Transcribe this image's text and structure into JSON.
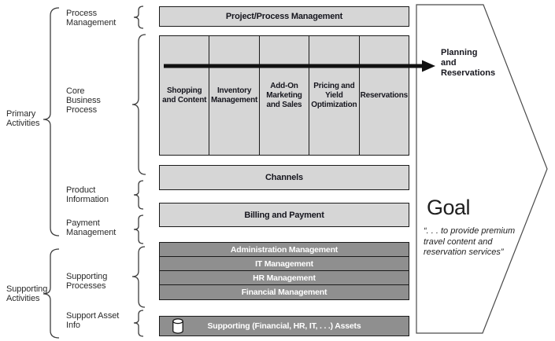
{
  "colors": {
    "light_bar": "#d6d6d6",
    "dark_bar": "#8f8f8f",
    "border": "#1a1a1a",
    "text_dark": "#16161e",
    "text_light": "#ffffff"
  },
  "side_labels": {
    "primary_activities": [
      "Primary",
      "Activities"
    ],
    "process_management": [
      "Process",
      "Management"
    ],
    "core_business_process": [
      "Core",
      "Business",
      "Process"
    ],
    "product_information": [
      "Product",
      "Information"
    ],
    "payment_management": [
      "Payment",
      "Management"
    ],
    "supporting_activities": [
      "Supporting",
      "Activities"
    ],
    "supporting_processes": [
      "Supporting",
      "Processes"
    ],
    "support_asset_info": [
      "Support Asset",
      "Info"
    ]
  },
  "bars": {
    "project_process_management": "Project/Process Management",
    "channels": "Channels",
    "billing_and_payment": "Billing and Payment"
  },
  "core_process": {
    "columns": [
      "Shopping and Content",
      "Inventory Management",
      "Add-On Marketing and Sales",
      "Pricing and Yield Optimization",
      "Reservations"
    ]
  },
  "supporting_stack": [
    "Administration Management",
    "IT Management",
    "HR Management",
    "Financial Management"
  ],
  "assets_bar": {
    "icon": "database-cylinder-icon",
    "label": "Supporting (Financial, HR, IT, . . .) Assets"
  },
  "goal_shape": {
    "arrow_label_lines": [
      "Planning",
      "and",
      "Reservations"
    ],
    "title": "Goal",
    "quote_lines": [
      "“. . . to provide premium",
      "travel content and",
      "reservation services”"
    ]
  }
}
